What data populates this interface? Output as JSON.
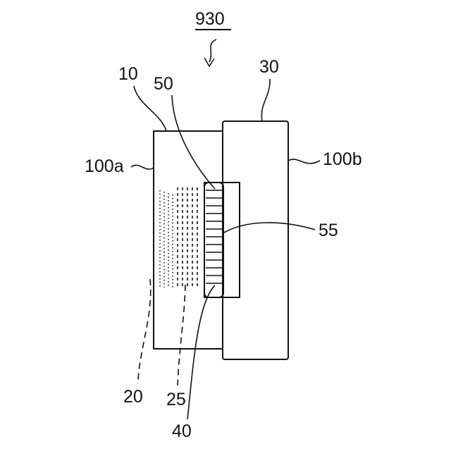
{
  "figure": {
    "labels": {
      "assembly": "930",
      "part_10": "10",
      "part_50": "50",
      "part_30": "30",
      "face_100a": "100a",
      "face_100b": "100b",
      "part_55": "55",
      "part_20": "20",
      "part_25": "25",
      "part_40": "40"
    }
  },
  "colors": {
    "ink": "#111111",
    "background": "#ffffff"
  }
}
